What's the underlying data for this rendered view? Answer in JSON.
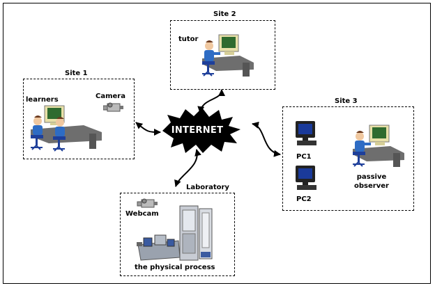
{
  "internet": {
    "label": "INTERNET"
  },
  "site1": {
    "title": "Site 1",
    "learners": "learners",
    "camera": "Camera"
  },
  "site2": {
    "title": "Site 2",
    "tutor": "tutor"
  },
  "site3": {
    "title": "Site 3",
    "pc1": "PC1",
    "pc2": "PC2",
    "observer_line1": "passive",
    "observer_line2": "observer"
  },
  "laboratory": {
    "title": "Laboratory",
    "webcam": "Webcam",
    "process": "the physical process"
  },
  "colors": {
    "monitor": "#e8e0a8",
    "screen": "#2f6b2f",
    "desk": "#6e6e6e",
    "person_shirt": "#2e6cc4",
    "chair": "#1e3f9a",
    "internet_cloud": "#000000",
    "pc_screen": "#1a3a9a"
  }
}
